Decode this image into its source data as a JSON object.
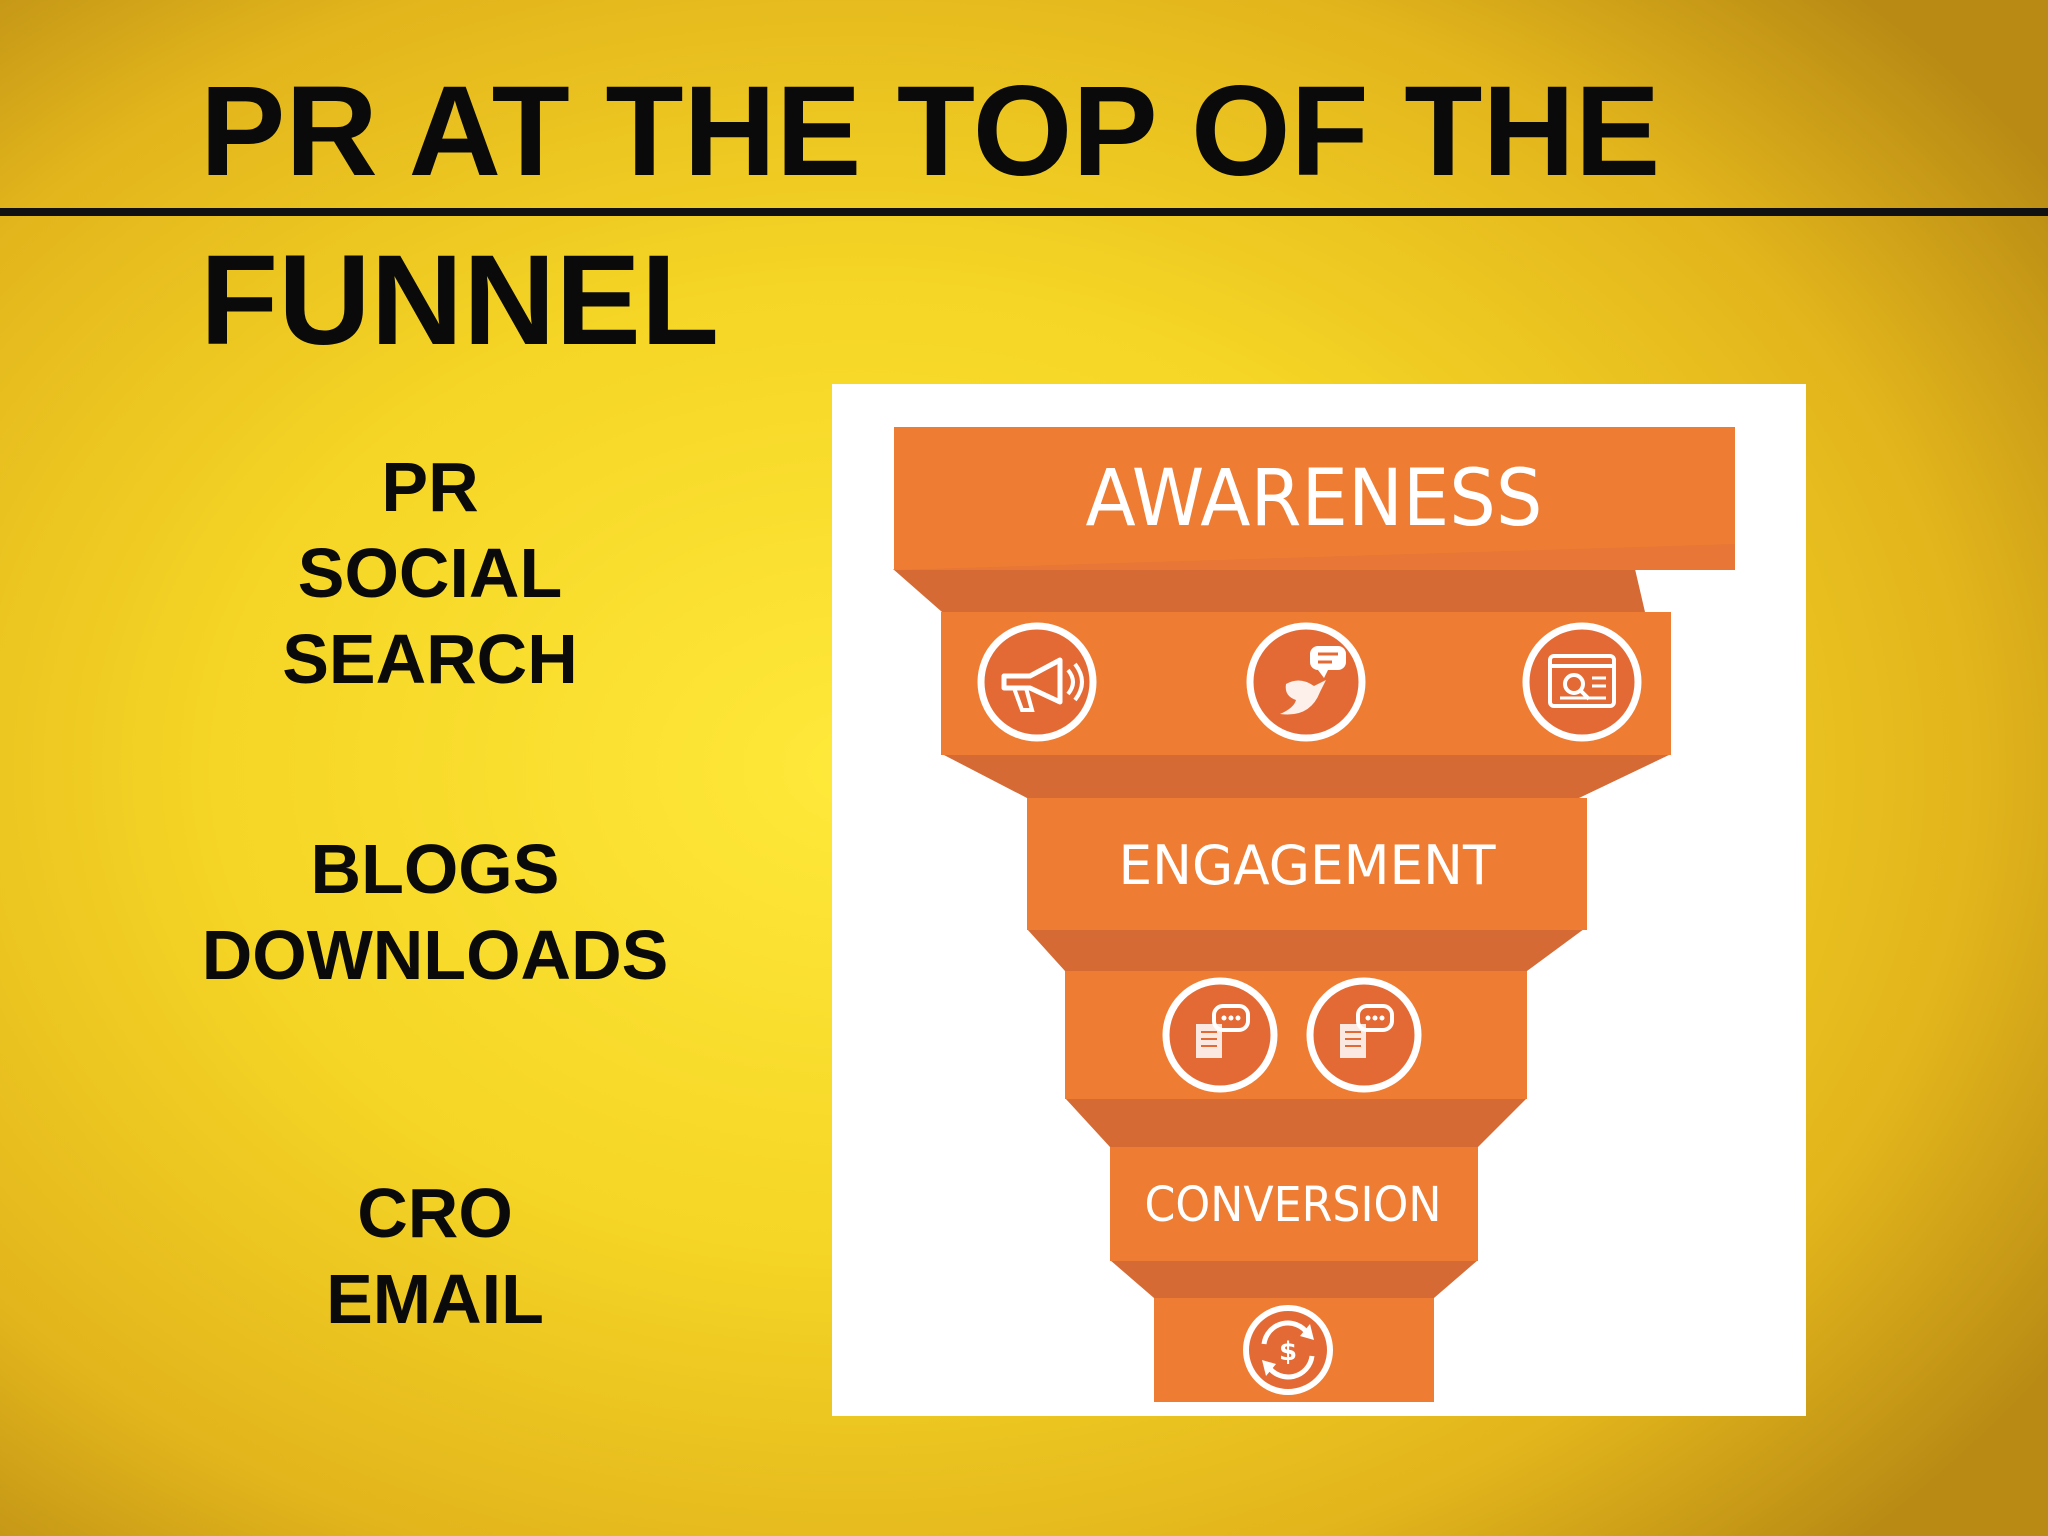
{
  "title": {
    "line1": "PR AT THE TOP OF THE",
    "line2": "FUNNEL"
  },
  "left_list": {
    "group1": [
      "PR",
      "SOCIAL",
      "SEARCH"
    ],
    "group2": [
      "BLOGS",
      "DOWNLOADS"
    ],
    "group3": [
      "CRO",
      "EMAIL"
    ]
  },
  "funnel": {
    "stages": [
      "AWARENESS",
      "ENGAGEMENT",
      "CONVERSION"
    ],
    "icons": {
      "awareness": [
        "megaphone-icon",
        "bird-chat-icon",
        "browser-search-icon"
      ],
      "engagement": [
        "document-chat-icon",
        "document-chat-icon"
      ],
      "conversion": [
        "dollar-cycle-icon"
      ]
    },
    "colors": {
      "band": "#ee7d33",
      "band_dark": "#d86336",
      "label": "#ffffff",
      "panel": "#ffffff"
    }
  }
}
